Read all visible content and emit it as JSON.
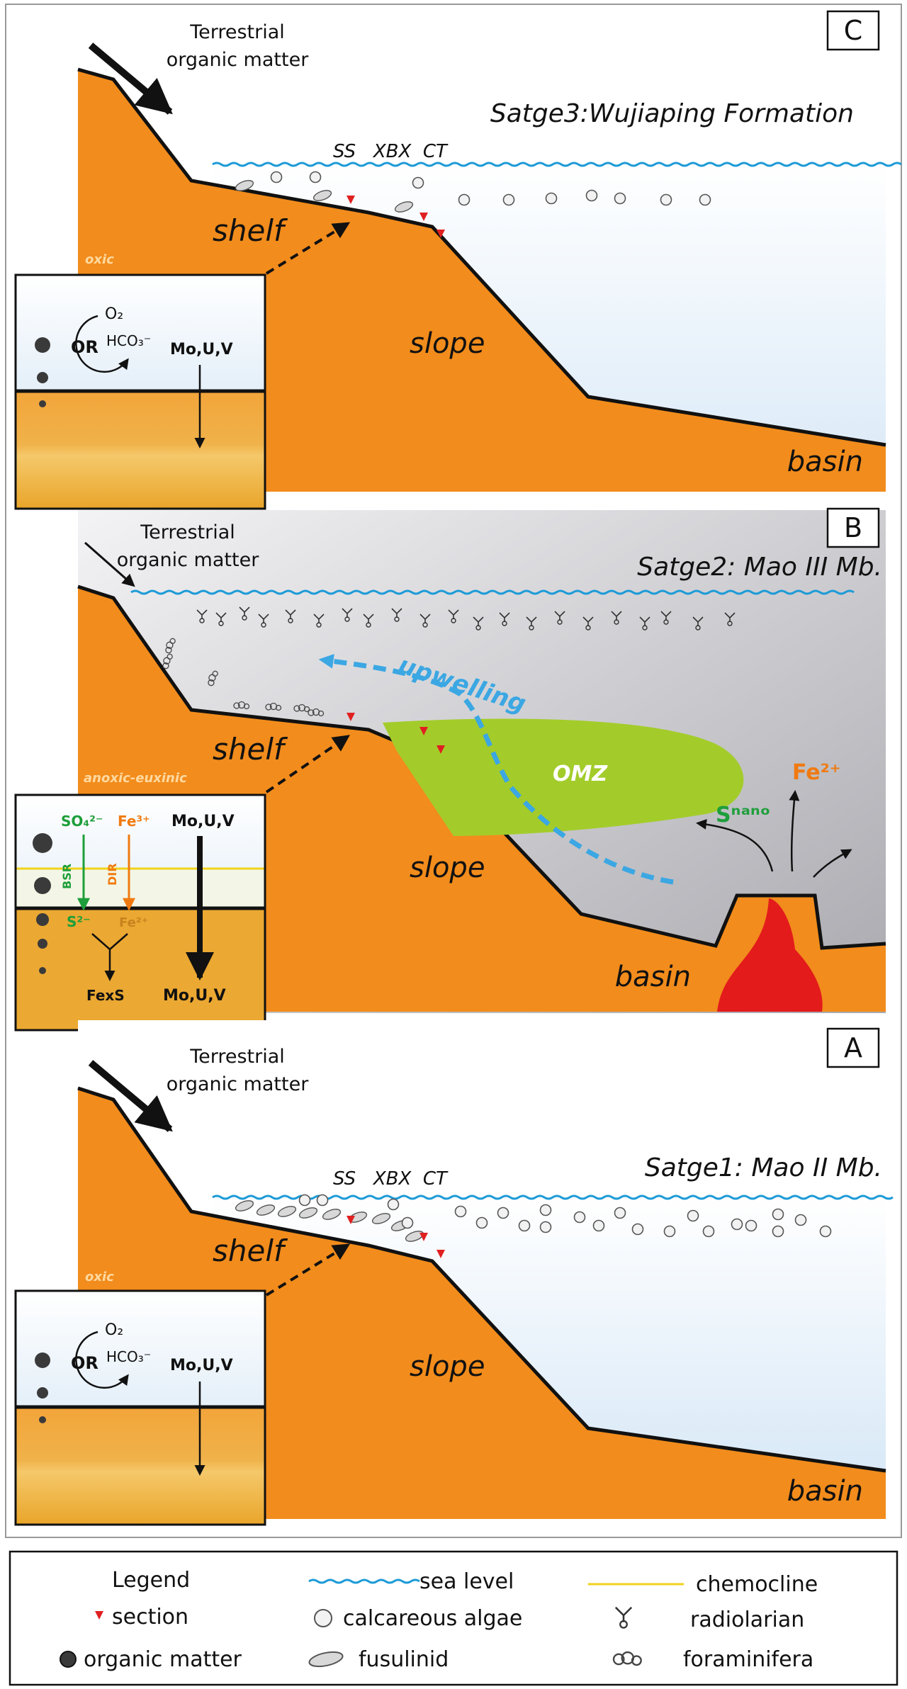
{
  "panels": {
    "c": {
      "letter": "C",
      "stage": "Satge3:Wujiaping Formation",
      "terrestrial_1": "Terrestrial",
      "terrestrial_2": "organic matter",
      "sections": "SS   XBX  CT",
      "shelf": "shelf",
      "slope": "slope",
      "basin": "basin",
      "redox": "oxic",
      "inset": {
        "o2": "O₂",
        "or": "OR",
        "hco3": "HCO₃⁻",
        "metals": "Mo,U,V"
      }
    },
    "b": {
      "letter": "B",
      "stage": "Satge2: Mao III Mb.",
      "terrestrial_1": "Terrestrial",
      "terrestrial_2": "organic matter",
      "upwelling": "upwelling",
      "omz": "OMZ",
      "fe2": "Fe²⁺",
      "s_nano": "Sⁿᵃⁿᵒ",
      "shelf": "shelf",
      "slope": "slope",
      "basin": "basin",
      "redox": "anoxic-euxinic",
      "inset": {
        "so4": "SO₄²⁻",
        "fe3": "Fe³⁺",
        "metals": "Mo,U,V",
        "bsr": "BSR",
        "dir": "DIR",
        "s2": "S²⁻",
        "fe2": "Fe²⁺",
        "fes": "FexS",
        "metals_bottom": "Mo,U,V"
      }
    },
    "a": {
      "letter": "A",
      "stage": "Satge1: Mao II Mb.",
      "terrestrial_1": "Terrestrial",
      "terrestrial_2": "organic matter",
      "sections": "SS   XBX  CT",
      "shelf": "shelf",
      "slope": "slope",
      "basin": "basin",
      "redox": "oxic",
      "inset": {
        "o2": "O₂",
        "or": "OR",
        "hco3": "HCO₃⁻",
        "metals": "Mo,U,V"
      }
    }
  },
  "legend": {
    "title": "Legend",
    "section": "section",
    "organic_matter": "organic matter",
    "sea_level": "sea level",
    "calcareous_algae": "calcareous algae",
    "fusulinid": "fusulinid",
    "chemocline": "chemocline",
    "radiolarian": "radiolarian",
    "foraminifera": "foraminifera"
  },
  "colors": {
    "sediment": "#F28C1C",
    "sea_light": "#EAF3FB",
    "anoxic_gray": "#C9C9CE",
    "omz_green": "#A3CC2A",
    "upwelling_blue": "#3BA7E3",
    "sea_level_blue": "#1E9BD7",
    "chemocline_yellow": "#F2D21B",
    "magma_red": "#E31B1B",
    "section_red": "#E02020",
    "green_text": "#1E9E3A",
    "orange_text": "#F07A10"
  }
}
